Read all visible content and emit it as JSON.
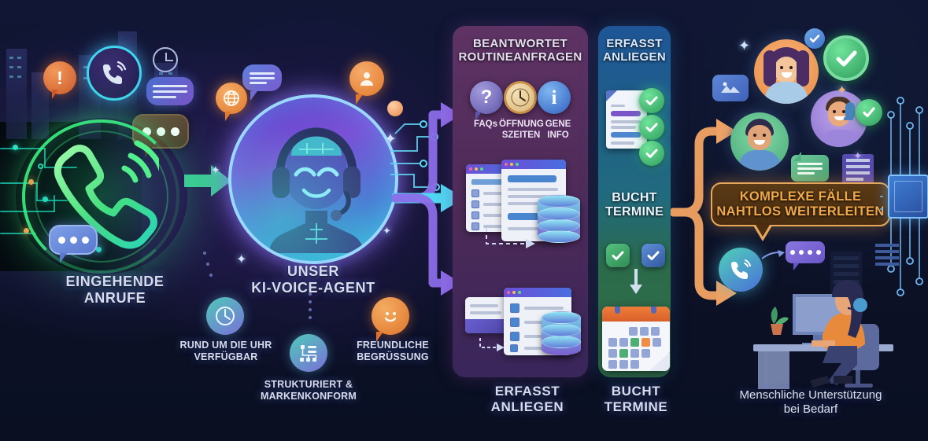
{
  "diagram": {
    "title": "KI-Voice-Agent Prozess Infografik",
    "background_color": "#0b1020"
  },
  "stages": {
    "incoming": {
      "label": "EINGEHENDE\nANRUFE",
      "icon": "green-phone-icon",
      "accent": "#3bf082"
    },
    "agent": {
      "label": "UNSER\nKI-VOICE-AGENT",
      "icon": "ai-robot-headset-icon",
      "accent": "#9a7cff",
      "features": [
        {
          "label": "RUND UM DIE UHR\nVERFÜGBAR",
          "icon": "clock-icon",
          "accent": "#5fa8d8"
        },
        {
          "label": "STRUKTURIERT &\nMARKENKONFORM",
          "icon": "flowchart-icon",
          "accent": "#4fc3a1"
        },
        {
          "label": "FREUNDLICHE\nBEGRÜSSUNG",
          "icon": "smiley-bubble-icon",
          "accent": "#ef8a3c"
        }
      ]
    },
    "routine": {
      "panel_title": "BEANTWORTET\nROUTINEANFRAGEN",
      "panel_color": "#5a3060",
      "items": [
        {
          "label": "FAQs",
          "icon": "question-bubble-icon"
        },
        {
          "label": "ÖFFNUNG\nSZEITEN",
          "icon": "clock-icon"
        },
        {
          "label": "GENE\nINFO",
          "icon": "info-icon"
        }
      ]
    },
    "capture": {
      "panel_title": "ERFASST\nANLIEGEN",
      "panel_color": "#1e5596",
      "bottom_label": "ERFASST\nANLIEGEN"
    },
    "booking": {
      "panel_title": "BUCHT\nTERMINE",
      "panel_color": "#2c6b4a",
      "bottom_label": "BUCHT\nTERMINE"
    },
    "handover": {
      "callout": "KOMPLEXE FÄLLE\nNAHTLOS WEITERLEITEN",
      "callout_color": "#f0a94a",
      "bottom_label": "Menschliche Unterstützung\nbei Bedarf"
    }
  },
  "floating_icons": [
    {
      "name": "alert-icon",
      "color": "#e8743a"
    },
    {
      "name": "phone-ring-icon",
      "color": "#6f7fe0"
    },
    {
      "name": "clock-outline-icon",
      "color": "#b9c6e8"
    },
    {
      "name": "chat-lines-icon",
      "color": "#5a86d8"
    },
    {
      "name": "globe-icon",
      "color": "#ef9a3c"
    },
    {
      "name": "user-bubble-icon",
      "color": "#ef8a4c"
    },
    {
      "name": "dots-bubble-icon",
      "color": "#5b4638"
    }
  ],
  "arrows": {
    "entry": {
      "name": "green-arrow",
      "color": "#4fe0a8"
    },
    "branch_up": {
      "name": "purple-arrow-up",
      "color": "#8b6ce8"
    },
    "branch_mid": {
      "name": "cyan-arrow",
      "color": "#4fd6f0"
    },
    "branch_down": {
      "name": "purple-arrow-down",
      "color": "#8b6ce8"
    },
    "handover_up": {
      "name": "orange-arrow-up",
      "color": "#f0a263"
    },
    "handover_down": {
      "name": "orange-arrow-down",
      "color": "#f0a263"
    }
  }
}
